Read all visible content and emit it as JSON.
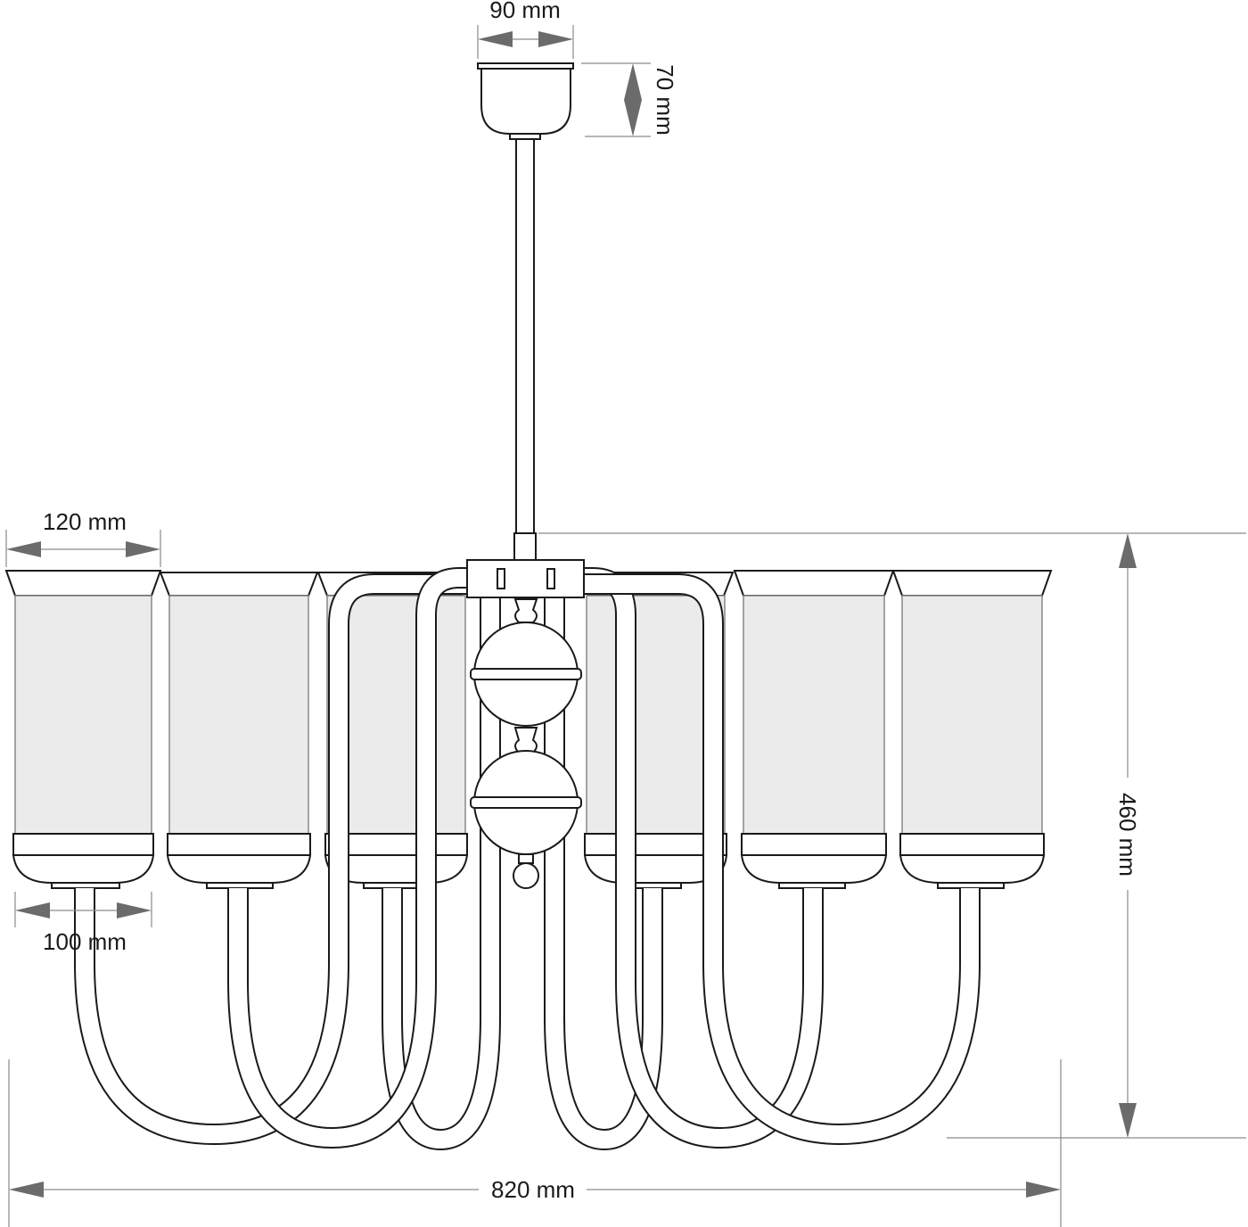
{
  "dimensions": {
    "canopy_width": "90 mm",
    "canopy_height": "70 mm",
    "shade_top_width": "120 mm",
    "shade_bottom_width": "100 mm",
    "total_height": "460 mm",
    "total_width": "820 mm"
  },
  "colors": {
    "line": "#1a1a1a",
    "dimension_line": "#8a8a8a",
    "arrow": "#6b6b6b",
    "glass": "#ebebeb"
  }
}
